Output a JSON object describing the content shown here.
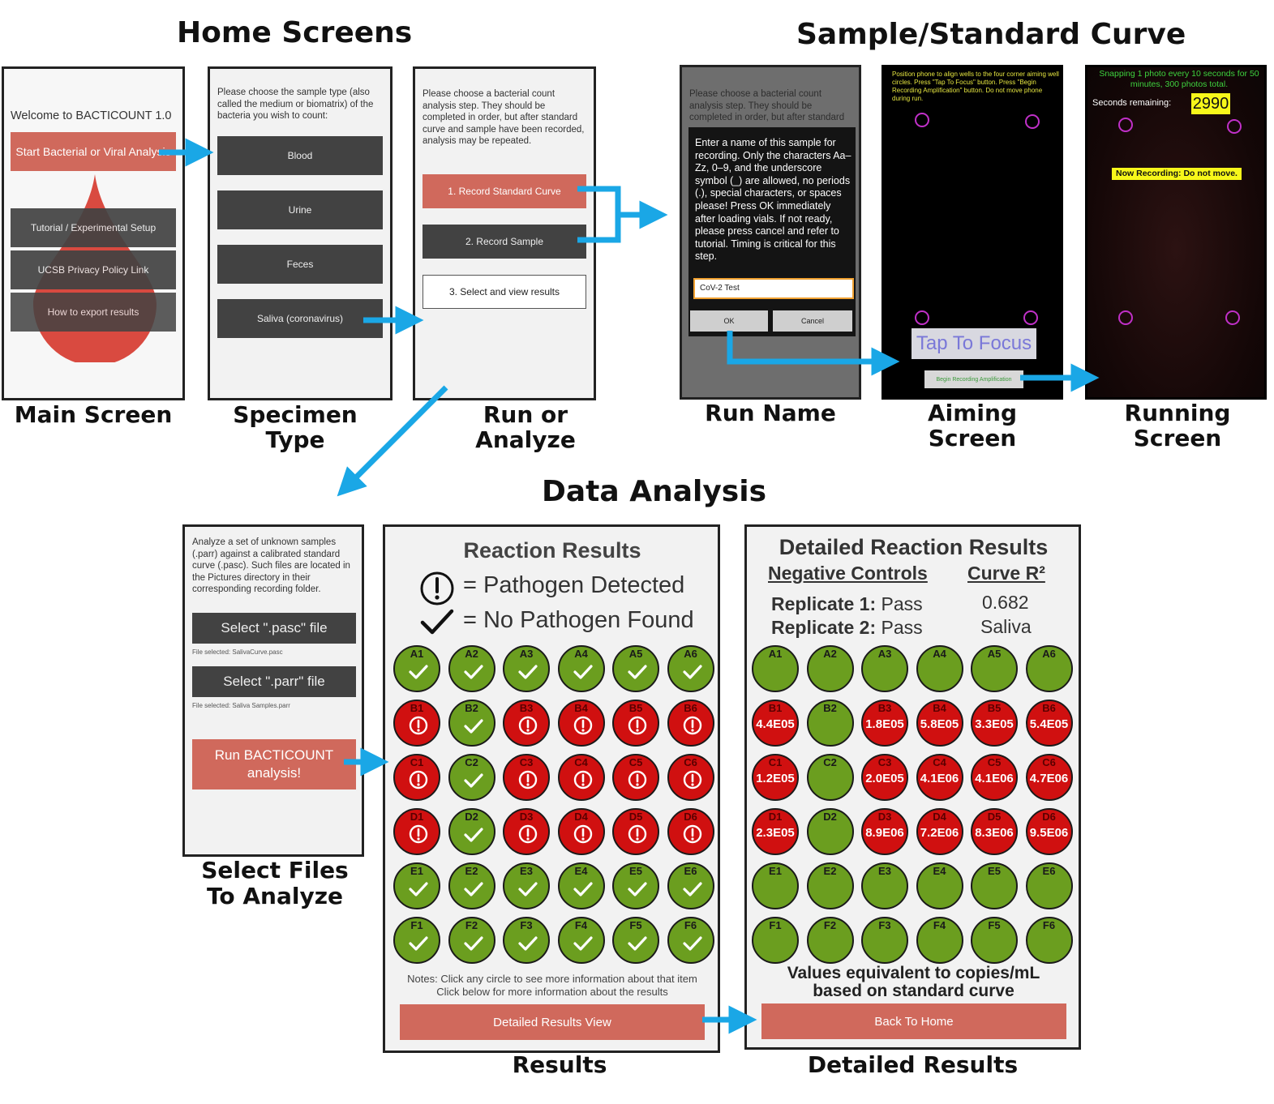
{
  "titles": {
    "home": "Home Screens",
    "sample": "Sample/Standard Curve",
    "data": "Data Analysis"
  },
  "captions": {
    "main": "Main Screen",
    "specimen": "Specimen Type",
    "run": "Run or Analyze",
    "runname": "Run Name",
    "aiming": "Aiming Screen",
    "running": "Running Screen",
    "select": "Select Files To Analyze",
    "results": "Results",
    "detailed": "Detailed Results"
  },
  "main_screen": {
    "welcome": "Welcome to BACTICOUNT 1.0",
    "start": "Start Bacterial or Viral Analysis",
    "tutorial": "Tutorial / Experimental Setup",
    "privacy": "UCSB Privacy Policy Link",
    "export": "How to export results"
  },
  "specimen_screen": {
    "prompt": "Please choose the sample type (also called the medium or biomatrix) of the bacteria you wish to count:",
    "options": [
      "Blood",
      "Urine",
      "Feces",
      "Saliva (coronavirus)"
    ]
  },
  "run_screen": {
    "prompt": "Please choose a bacterial count analysis step. They should be completed in order, but after standard curve and sample have been recorded, analysis may be repeated.",
    "step1": "1. Record Standard Curve",
    "step2": "2. Record Sample",
    "step3": "3. Select and view results"
  },
  "runname_screen": {
    "bg_text": "Please choose a bacterial count analysis step. They should be completed in order, but after standard curve and sample have",
    "dialog_text": "Enter a name of this sample for recording. Only the characters Aa–Zz, 0–9, and the underscore symbol (_) are allowed, no periods (.), special characters, or spaces please! Press OK immediately after loading vials. If not ready, please press cancel and refer to tutorial. Timing is critical for this step.",
    "input_value": "CoV-2 Test",
    "ok": "OK",
    "cancel": "Cancel"
  },
  "aiming_screen": {
    "instructions": "Position phone to align wells to the four corner aiming well circles. Press \"Tap To Focus\" button. Press \"Begin Recording Amplification\" button. Do not move phone during run.",
    "focus": "Tap To Focus",
    "begin": "Begin Recording Amplification"
  },
  "running_screen": {
    "status": "Snapping 1 photo every 10 seconds for 50 minutes, 300 photos total.",
    "seconds_label": "Seconds remaining:",
    "seconds_value": "2990",
    "recording": "Now Recording: Do not move."
  },
  "select_screen": {
    "prompt": "Analyze a set of unknown samples (.parr) against a calibrated standard curve (.pasc). Such files are located in the Pictures directory in their corresponding recording folder.",
    "pasc_button": "Select \".pasc\" file",
    "pasc_selected": "File selected:  SalivaCurve.pasc",
    "parr_button": "Select \".parr\" file",
    "parr_selected": "File selected:  Saliva Samples.parr",
    "run_button": "Run BACTICOUNT analysis!"
  },
  "results_screen": {
    "title": "Reaction Results",
    "legend_detected": "= Pathogen Detected",
    "legend_none": "= No Pathogen Found",
    "note1": "Notes: Click any circle to see more information about that item",
    "note2": "Click below for more information about the results",
    "button": "Detailed Results View"
  },
  "detailed_screen": {
    "title": "Detailed Reaction Results",
    "neg_header": "Negative Controls",
    "curve_header": "Curve R²",
    "rep1_label": "Replicate 1:",
    "rep1_value": "Pass",
    "rep2_label": "Replicate 2:",
    "rep2_value": "Pass",
    "r2_value": "0.682",
    "medium": "Saliva",
    "footer1": "Values equivalent to copies/mL",
    "footer2": "based on standard curve",
    "button": "Back To Home"
  },
  "plate": {
    "rows": [
      "A",
      "B",
      "C",
      "D",
      "E",
      "F"
    ],
    "cols": [
      "1",
      "2",
      "3",
      "4",
      "5",
      "6"
    ],
    "positive": {
      "B1": "4.4E05",
      "B3": "1.8E05",
      "B4": "5.8E05",
      "B5": "3.3E05",
      "B6": "5.4E05",
      "C1": "1.2E05",
      "C3": "2.0E05",
      "C4": "4.1E06",
      "C5": "4.1E06",
      "C6": "4.7E06",
      "D1": "2.3E05",
      "D3": "8.9E06",
      "D4": "7.2E06",
      "D5": "8.3E06",
      "D6": "9.5E06"
    }
  },
  "colors": {
    "accent_red": "#d0695c",
    "dark_button": "#424242",
    "arrow_blue": "#1aa7e6",
    "well_green": "#6b9e1f",
    "well_red": "#d01010"
  }
}
